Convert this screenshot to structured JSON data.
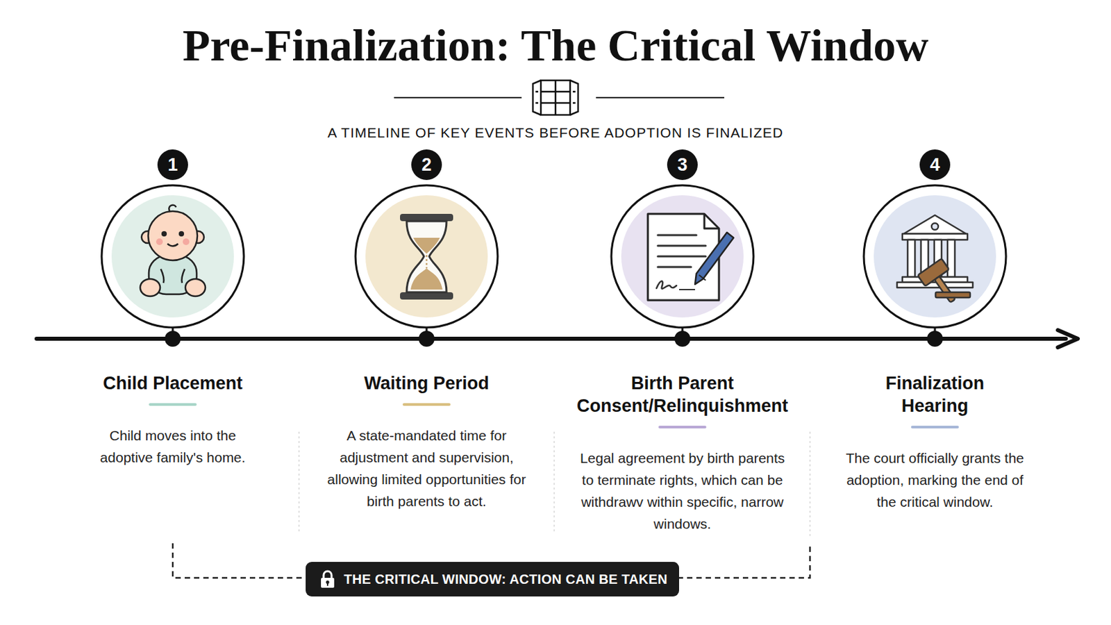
{
  "diagram": {
    "title": "Pre-Finalization: The Critical Window",
    "nodes": [
      {
        "text": [
          "1"
        ]
      },
      {
        "text": [
          "Child Placement",
          "Child moves into the adoptive family's home."
        ]
      },
      {
        "text": [
          "2"
        ]
      },
      {
        "text": [
          "Waiting Period",
          "A state-mandated time for adjustment and supervision, allowing limited opportunities for birth parents to act."
        ]
      },
      {
        "text": [
          "3"
        ]
      },
      {
        "text": [
          "Birth Parent Consent/Relinquishment",
          "Legal agreement by birth parents to terminate rights, which can be withdrawv within specific, narrow windows."
        ]
      },
      {
        "text": [
          "4"
        ]
      },
      {
        "text": [
          "Finalization Hearing",
          "The court officially grants the adoption, marking the end of the critical window."
        ]
      },
      {
        "text": [
          "THE CRITICAL WINDOW: ACTION CAN BE TAKEN"
        ]
      }
    ],
    "labels": [
      "A TIMELINE OF KEY EVENTS BEFORE ADOPTION IS FINALIZED"
    ]
  }
}
